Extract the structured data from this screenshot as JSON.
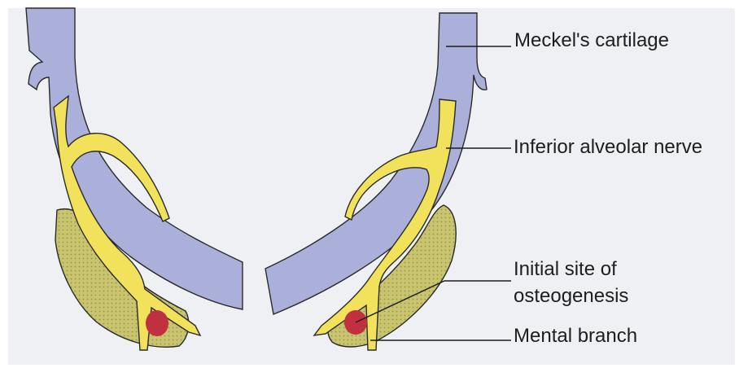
{
  "labels": {
    "meckels_cartilage": "Meckel's cartilage",
    "inferior_alveolar_nerve": "Inferior alveolar nerve",
    "initial_site_of_osteogenesis": "Initial site of\nosteogenesis",
    "mental_branch": "Mental branch"
  },
  "colors": {
    "background": "#eef0f4",
    "cartilage": "#aab0d9",
    "nerve": "#f2e15a",
    "bone": "#c9c46f",
    "ossification_center": "#c0303f",
    "outline": "#2a2a2a"
  }
}
